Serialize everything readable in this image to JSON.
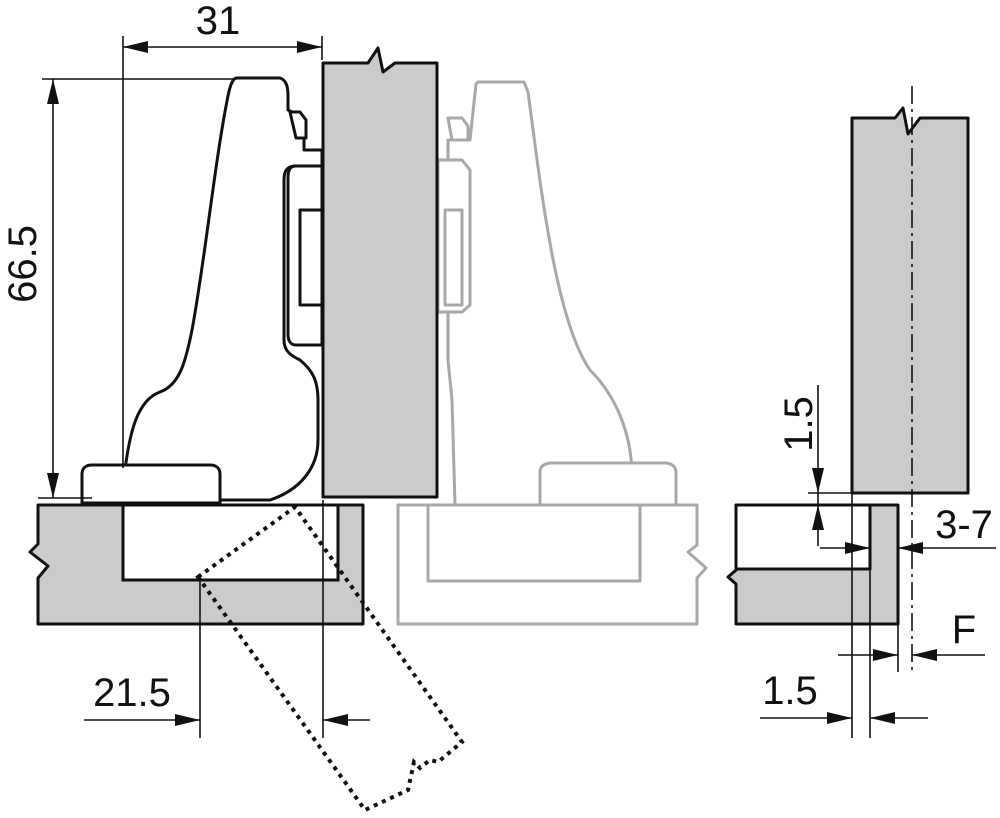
{
  "dimensions": {
    "width_31": "31",
    "height_66_5": "66.5",
    "offset_21_5": "21.5",
    "gap_1_5_vertical": "1.5",
    "overlay_3_7": "3-7",
    "label_f": "F",
    "gap_1_5_horizontal": "1.5"
  },
  "colors": {
    "panel_fill": "#cbcbcb",
    "outline": "#111111",
    "ghost_outline": "#a8a8a8"
  }
}
